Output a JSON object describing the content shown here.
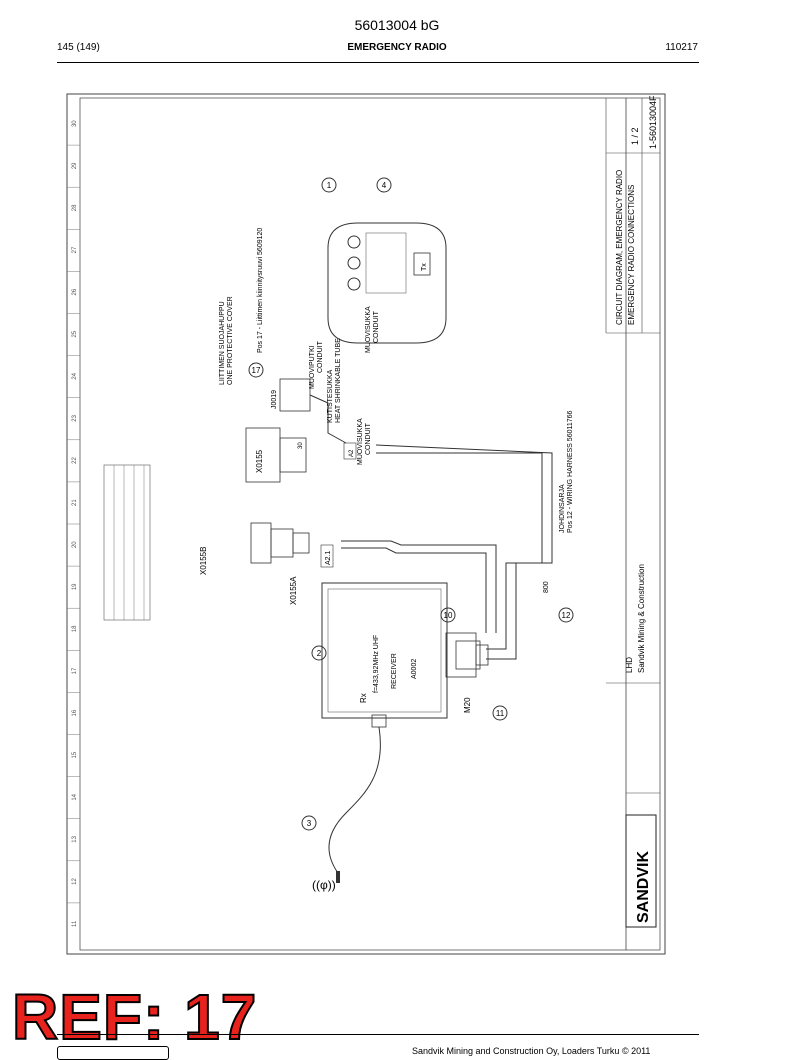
{
  "header": {
    "doc_number": "56013004 bG",
    "page": "145 (149)",
    "title": "EMERGENCY RADIO",
    "date": "110217"
  },
  "stamp": {
    "text": "REF: 17"
  },
  "footer": {
    "text": "Sandvik Mining and Construction Oy, Loaders Turku © 2011"
  },
  "drawing": {
    "brand": "SANDVIK",
    "company": "Sandvik Mining & Construction",
    "doc_id": "1-56013004F",
    "sheet": "1 / 2",
    "title_fi": "CIRCUIT DIAGRAM, EMERGENCY RADIO",
    "title_en": "EMERGENCY RADIO CONNECTIONS",
    "model": "LHD",
    "grid": [
      "11",
      "12",
      "13",
      "14",
      "15",
      "16",
      "17",
      "18",
      "19",
      "20",
      "21",
      "22",
      "23",
      "24",
      "25",
      "26",
      "27",
      "28",
      "29",
      "30"
    ],
    "receiver": {
      "label1": "Rx",
      "label2": "f=433,92MHz UHF",
      "label3": "RECEIVER",
      "label4": "A0002"
    },
    "remote_button": "Tx",
    "connector_x0155a": "X0155A",
    "connector_x0155b": "X0155B",
    "connector_x0155": "X0155",
    "connector_j0019": "J0019",
    "m20": "M20",
    "conduit1": "MUOVISUKKA",
    "conduit1_en": "CONDUIT",
    "conduit2": "MUOVISUKKA",
    "conduit2_en": "CONDUIT",
    "conduit3": "MUOVIPUTKI",
    "conduit3_en": "CONDUIT",
    "shrink": "KUTISTESUKKA",
    "shrink_en": "HEAT SHRINKABLE TUBE",
    "protect": "LIITTIMEN SUOJAHUPPU",
    "protect_en": "ONE PROTECTIVE COVER",
    "harness": "JOHDINSARJA",
    "harness_en": "Pos 12 - WIRING HARNESS 56011766",
    "note": "Pos 17 - Liittimen kiinnitysruuvi  5609120",
    "wire_a21": "A2.1",
    "wire_a2": "A2",
    "wire_800": "800",
    "wire_30": "30",
    "item_1": "1",
    "item_2": "2",
    "item_3": "3",
    "item_4": "4",
    "item_10": "10",
    "item_11": "11",
    "item_12": "12",
    "item_17": "17"
  }
}
